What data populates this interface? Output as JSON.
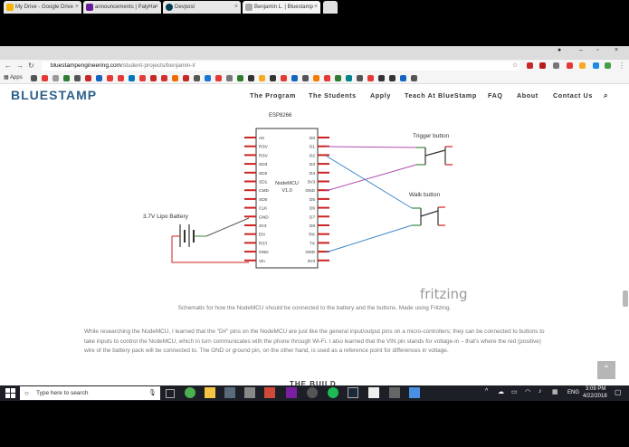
{
  "browser": {
    "tabs": [
      {
        "label": "My Drive - Google Drive",
        "color": "#f4b400"
      },
      {
        "label": "announcements | PalyHa",
        "color": "#6a1b9a"
      },
      {
        "label": "Devpost",
        "color": "#003e54"
      },
      {
        "label": "Benjamin L. | Bluestamp",
        "color": "#888888"
      }
    ],
    "url_host": "bluestampengineering.com",
    "url_path": "/student-projects/benjamin-l/",
    "apps_label": "Apps"
  },
  "site": {
    "logo": "BLUESTAMP",
    "nav": [
      "The Program",
      "The Students",
      "Apply",
      "Teach At BlueStamp",
      "FAQ",
      "About",
      "Contact Us"
    ],
    "brand_color": "#2d5f8a"
  },
  "schematic": {
    "board_title": "ESP8266",
    "board_name": "NodeMCU",
    "board_version": "V1.0",
    "left_pins": [
      "A0",
      "RSV",
      "RSV",
      "SD3",
      "SD2",
      "SD1",
      "CMD",
      "SD0",
      "CLK",
      "GND",
      "3V3",
      "EN",
      "RST",
      "GND",
      "Vin"
    ],
    "right_pins": [
      "D0",
      "D1",
      "D2",
      "D3",
      "D4",
      "3V3",
      "GND",
      "D5",
      "D6",
      "D7",
      "D8",
      "RX",
      "TX",
      "GND",
      "3V3"
    ],
    "battery_label": "3.7V Lipo Battery",
    "trigger_label": "Trigger button",
    "walk_label": "Walk button",
    "watermark": "fritzing"
  },
  "content": {
    "caption": "Schematic for how the NodeMCU should be connected to the battery and the buttons. Made using Fritzing.",
    "paragraph": "While researching the NodeMCU, I learned that the \"D#\" pins on the NodeMCU are just like the general input/output pins on a micro-controllers; they can be connected to buttons to take inputs to control the NodeMCU, which in turn communicates with the phone through Wi-Fi. I also learned that the VIN pin stands for voltage-in – that's where the red (positive) wire of the battery pack will be connected to. The GND or ground pin, on the other hand, is used as a reference point for differences in voltage.",
    "next_heading": "THE BUILD"
  },
  "taskbar": {
    "search_placeholder": "Type here to search",
    "lang": "ENG",
    "time": "3:09 PM",
    "date": "4/22/2018"
  }
}
